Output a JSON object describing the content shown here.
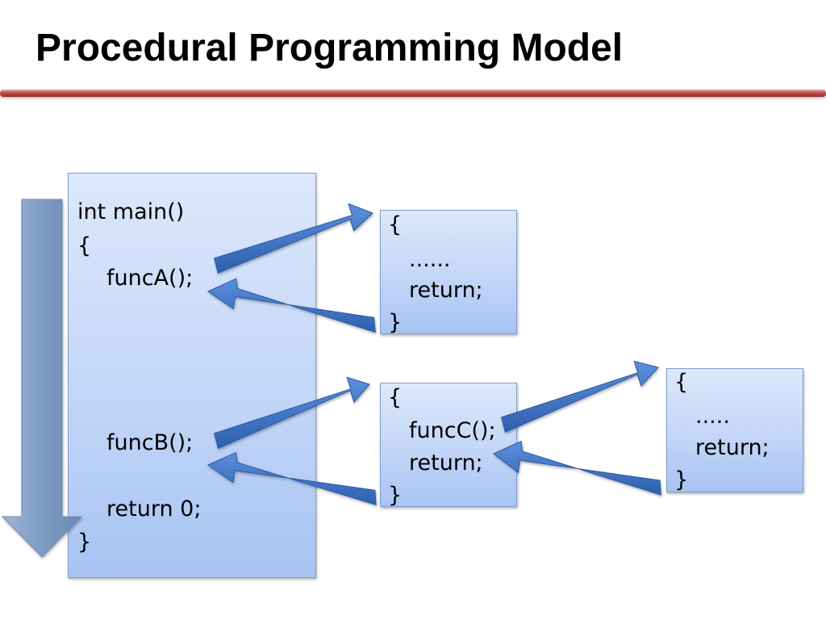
{
  "title": "Procedural Programming Model",
  "main_box": {
    "line1": "int main()",
    "line2": "{",
    "funcA_call": "funcA();",
    "funcB_call": "funcB();",
    "return_stmt": "return 0;",
    "close": "}"
  },
  "funcA_box": {
    "open": "{",
    "body": "......",
    "ret": "return;",
    "close": "}"
  },
  "funcB_box": {
    "open": "{",
    "call": "funcC();",
    "ret": "return;",
    "close": "}"
  },
  "funcC_box": {
    "open": "{",
    "body": ".....",
    "ret": "return;",
    "close": "}"
  },
  "colors": {
    "title_rule": "#c0504d",
    "box_fill": "#c2d6f7",
    "call_arrow": "#3d72c4",
    "flow_arrow": "#7f9cc2"
  }
}
